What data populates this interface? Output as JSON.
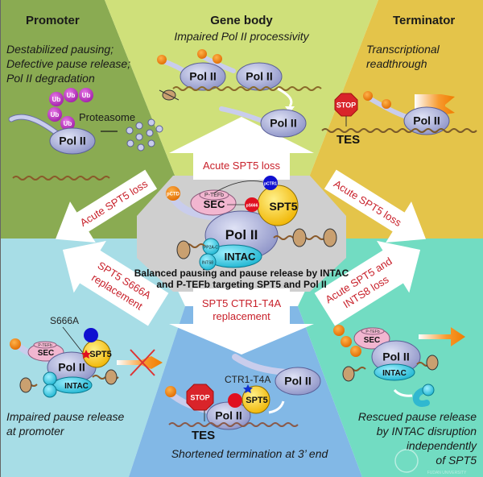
{
  "panels": {
    "promoter": {
      "title": "Promoter",
      "description": [
        "Destabilized pausing;",
        "Defective pause release;",
        "Pol II degradation"
      ],
      "ubiquitin_label": "Ub",
      "proteasome_label": "Proteasome",
      "pol_label": "Pol II",
      "color": "#8aab52"
    },
    "gene_body": {
      "title": "Gene body",
      "description": "Impaired Pol II processivity",
      "pol_label": "Pol II",
      "color": "#cfe07a"
    },
    "terminator": {
      "title": "Terminator",
      "description": [
        "Transcriptional",
        "readthrough"
      ],
      "stop_label": "STOP",
      "tes_label": "TES",
      "pol_label": "Pol II",
      "color": "#e4c44a"
    },
    "center": {
      "sec_label": "SEC",
      "ptefb_label": "P-TEFb",
      "pol_label": "Pol II",
      "spt5_label": "SPT5",
      "pctd_label": "pCTD",
      "pctr1_label": "pCTR1",
      "ps666_label": "pS666",
      "intac_label": "INTAC",
      "pp2a_label": "PP2A-C",
      "ints8_label": "INTS8",
      "caption": [
        "Balanced pausing and pause release by INTAC",
        "and P-TEFb targeting SPT5 and Pol II"
      ],
      "color": "#cfcfcf"
    },
    "s666a": {
      "mutation_label": "S666A",
      "description": [
        "Impaired pause release",
        "at promoter"
      ],
      "sec_label": "SEC",
      "ptefb_label": "P-TEFb",
      "pol_label": "Pol II",
      "spt5_label": "SPT5",
      "intac_label": "INTAC",
      "color": "#a7dde6"
    },
    "ctr1": {
      "mutation_label": "CTR1-T4A",
      "description": "Shortened termination at 3’ end",
      "stop_label": "STOP",
      "tes_label": "TES",
      "pol_label": "Pol II",
      "spt5_label": "SPT5",
      "color": "#82b8e6"
    },
    "ints8": {
      "description": [
        "Rescued pause release",
        "by INTAC disruption",
        "independently",
        "of SPT5"
      ],
      "sec_label": "SEC",
      "ptefb_label": "P-TEFb",
      "pol_label": "Pol II",
      "intac_label": "INTAC",
      "color": "#72dcc2"
    }
  },
  "arrows": {
    "up": "Acute SPT5 loss",
    "upper_left": "Acute SPT5 loss",
    "upper_right": "Acute SPT5 loss",
    "lower_left": [
      "SPT5 S666A",
      "replacement"
    ],
    "down": [
      "SPT5 CTR1-T4A",
      "replacement"
    ],
    "lower_right": [
      "Acute SPT5 and",
      "INTS8 loss"
    ]
  },
  "watermark": "FUDAN UNIVERSITY"
}
